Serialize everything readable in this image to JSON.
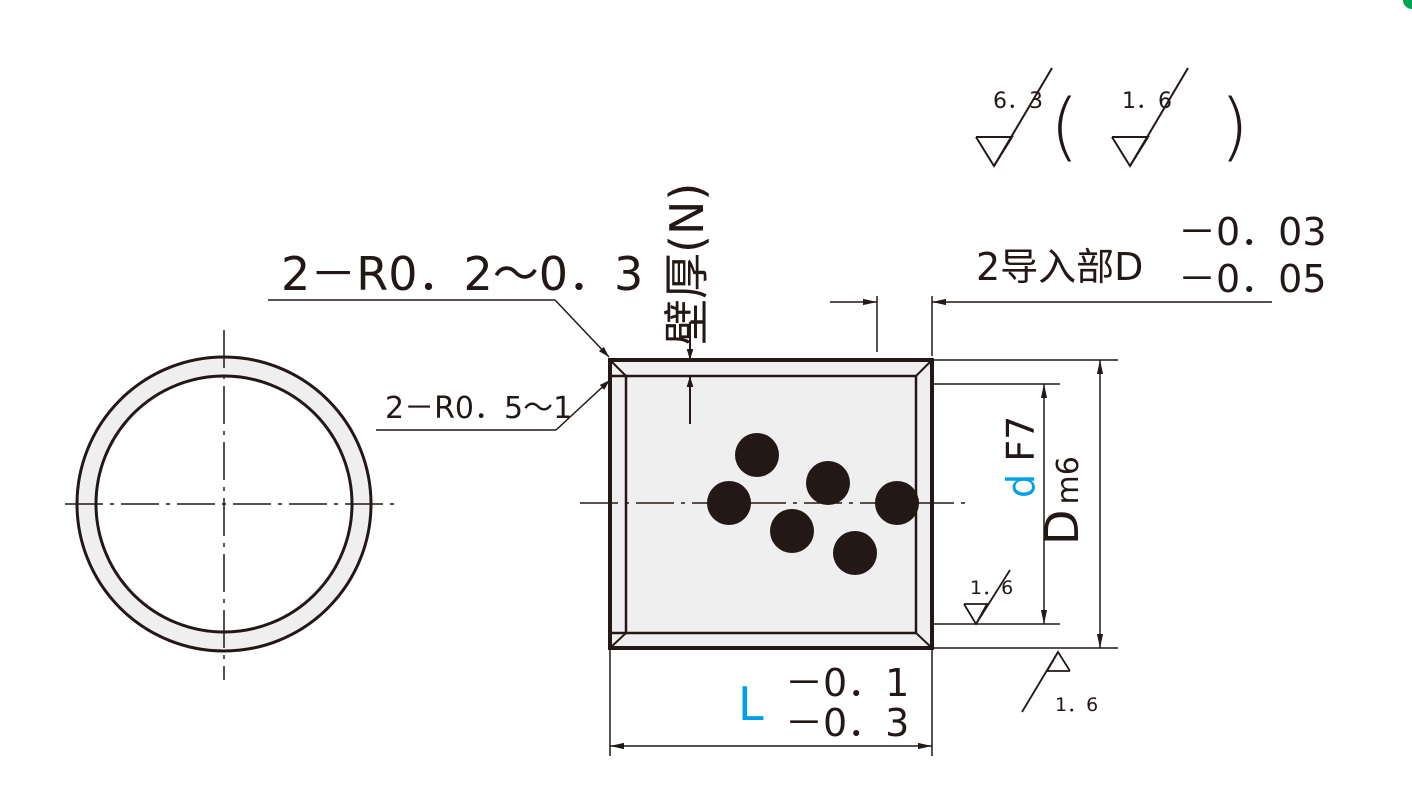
{
  "drawing": {
    "wall_thickness_label": "壁厚(N)",
    "outer_chamfer": "2－R0．2～0．3",
    "inner_chamfer": "2－R0．5～1",
    "lead_in_label": "2导入部D",
    "lead_in_tol_upper": "－0．03",
    "lead_in_tol_lower": "－0．05",
    "length_symbol": "L",
    "length_tol_upper": "－0．1",
    "length_tol_lower": "－0．3",
    "inner_dia_symbol": "d",
    "inner_dia_fit": "F7",
    "outer_dia_symbol": "D",
    "outer_dia_fit": "m6"
  },
  "surface_roughness": {
    "general": "6．3",
    "paren_open": "(",
    "other": "1．6",
    "paren_close": ")",
    "inner_bore": "1．6",
    "outer_surface": "1．6"
  },
  "colors": {
    "line": "#231815",
    "highlight": "#00a0e9",
    "fill_light": "#efefef",
    "corner_mark": "#00a651"
  }
}
